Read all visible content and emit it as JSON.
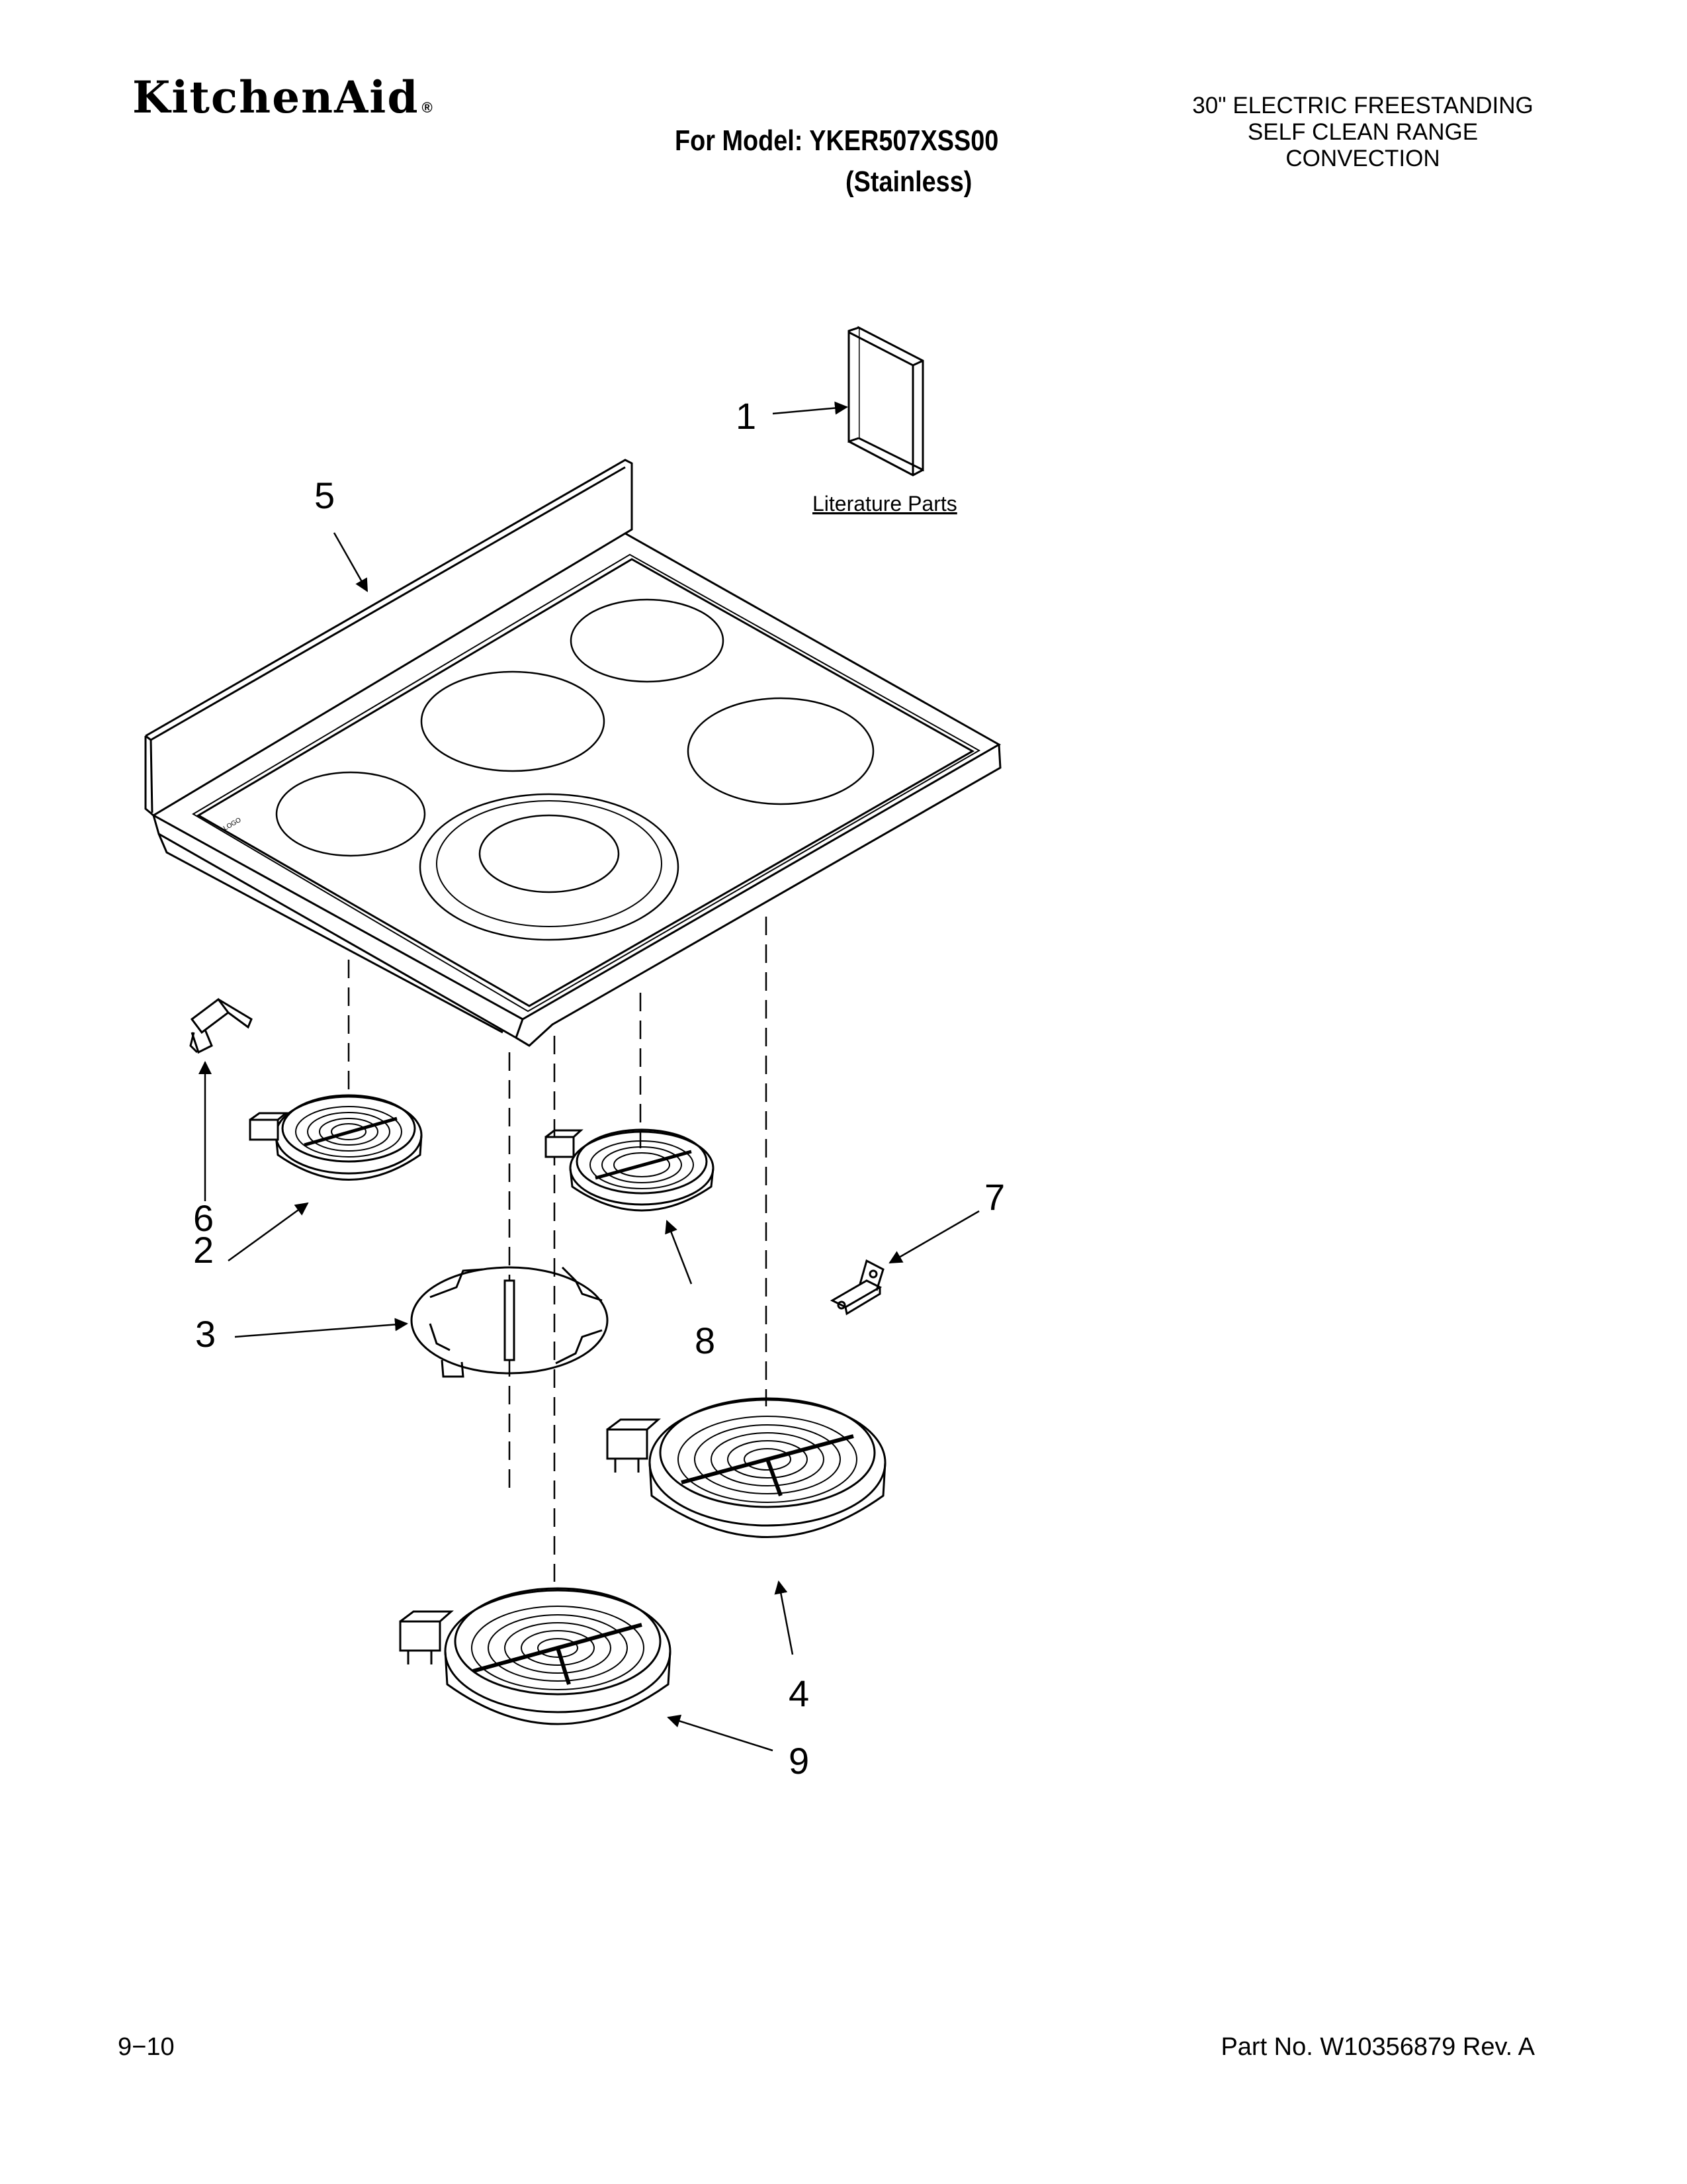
{
  "header": {
    "brand": "KitchenAid",
    "brand_mark": "®",
    "model_line": "For Model: YKER507XSS00",
    "finish_line": "(Stainless)",
    "description": [
      "30\" ELECTRIC FREESTANDING",
      "SELF CLEAN RANGE",
      "CONVECTION"
    ]
  },
  "diagram": {
    "literature_label": "Literature Parts",
    "callouts": [
      "1",
      "2",
      "3",
      "4",
      "5",
      "6",
      "7",
      "8",
      "9"
    ]
  },
  "footer": {
    "page_ref": "9−10",
    "part_number": "Part No. W10356879 Rev. A"
  }
}
